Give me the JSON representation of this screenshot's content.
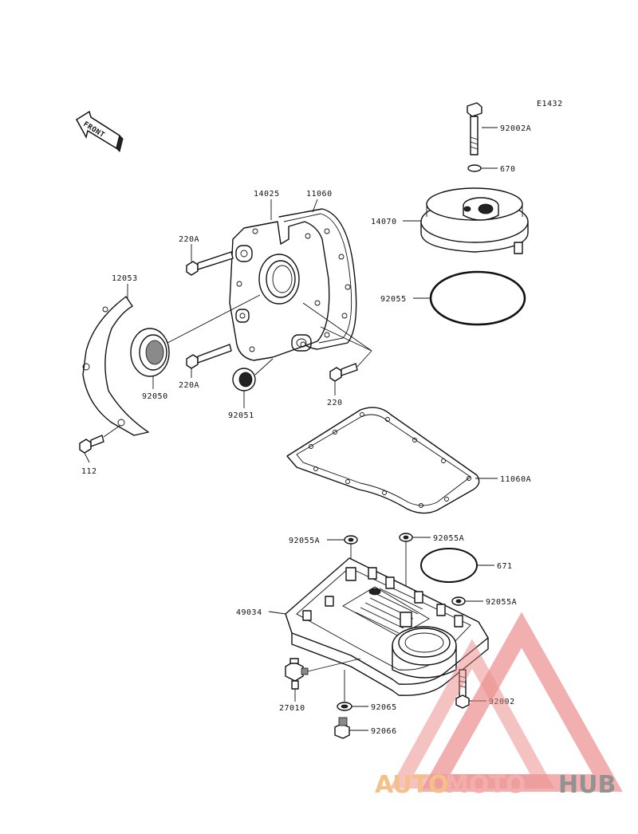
{
  "diagram_code": "E1432",
  "front_label": "FRONT",
  "labels": {
    "p92002A": "92002A",
    "p670": "670",
    "p14070": "14070",
    "p92055": "92055",
    "p14025": "14025",
    "p11060": "11060",
    "p220A_top": "220A",
    "p220A_bot": "220A",
    "p12053": "12053",
    "p92050": "92050",
    "p92051": "92051",
    "p220": "220",
    "p112": "112",
    "p11060A": "11060A",
    "p92055A_left": "92055A",
    "p92055A_mid": "92055A",
    "p671": "671",
    "p92055A_right": "92055A",
    "p49034": "49034",
    "p27010": "27010",
    "p92065": "92065",
    "p92002": "92002",
    "p92066": "92066"
  },
  "watermark": {
    "part1": "AUTO",
    "part2": "MOTO",
    "part3": "HUB",
    "color_1": "#f3b673",
    "color_2": "#f19f9f",
    "color_3": "#7f7f7f"
  }
}
